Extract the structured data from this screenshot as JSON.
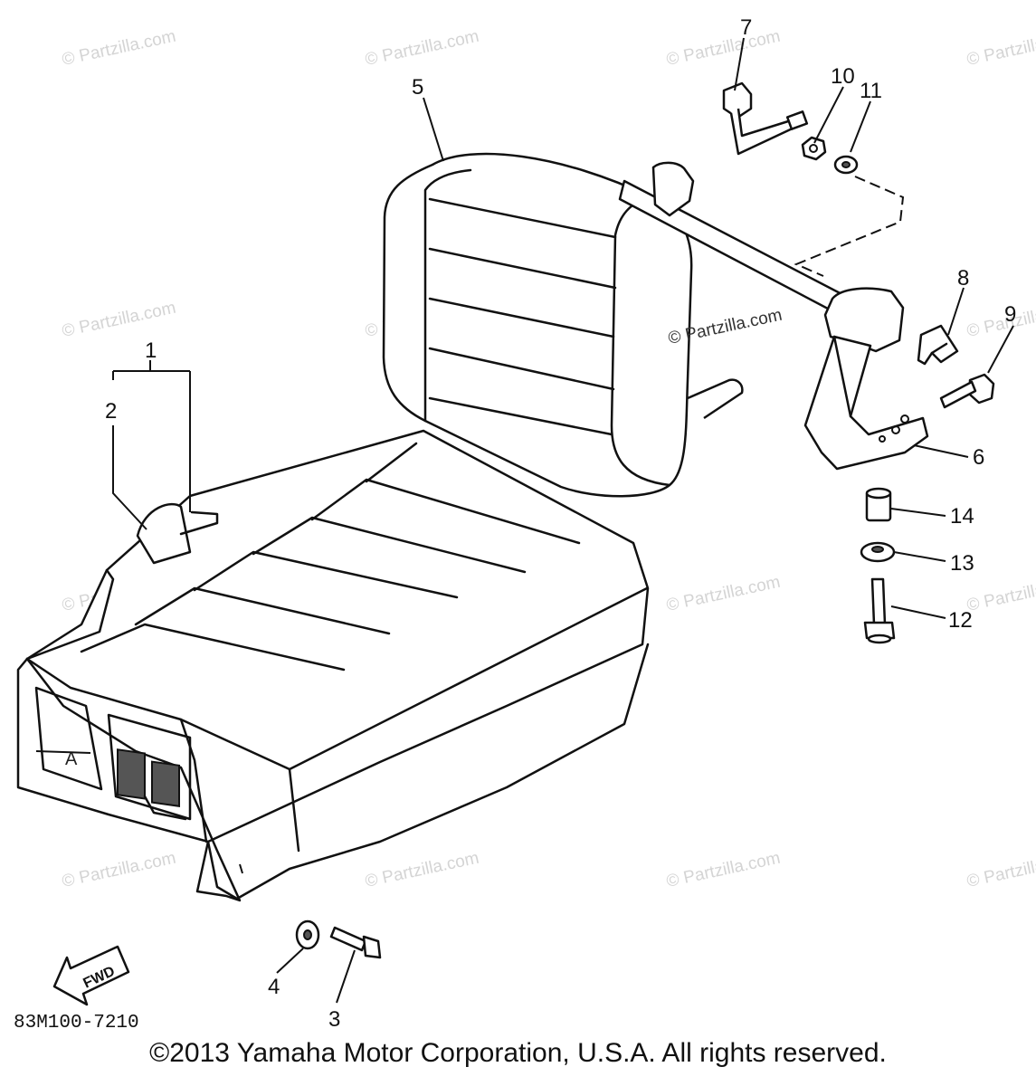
{
  "watermark": {
    "text": "© Partzilla.com",
    "center_text": "© Partzilla.com"
  },
  "diagram": {
    "code": "83M100-7210",
    "fwd_label": "FWD",
    "area_tag": "A"
  },
  "callouts": {
    "c1": "1",
    "c2": "2",
    "c3": "3",
    "c4": "4",
    "c5": "5",
    "c6": "6",
    "c7": "7",
    "c8": "8",
    "c9": "9",
    "c10": "10",
    "c11": "11",
    "c12": "12",
    "c13": "13",
    "c14": "14"
  },
  "copyright": "©2013  Yamaha Motor Corporation, U.S.A. All rights reserved."
}
